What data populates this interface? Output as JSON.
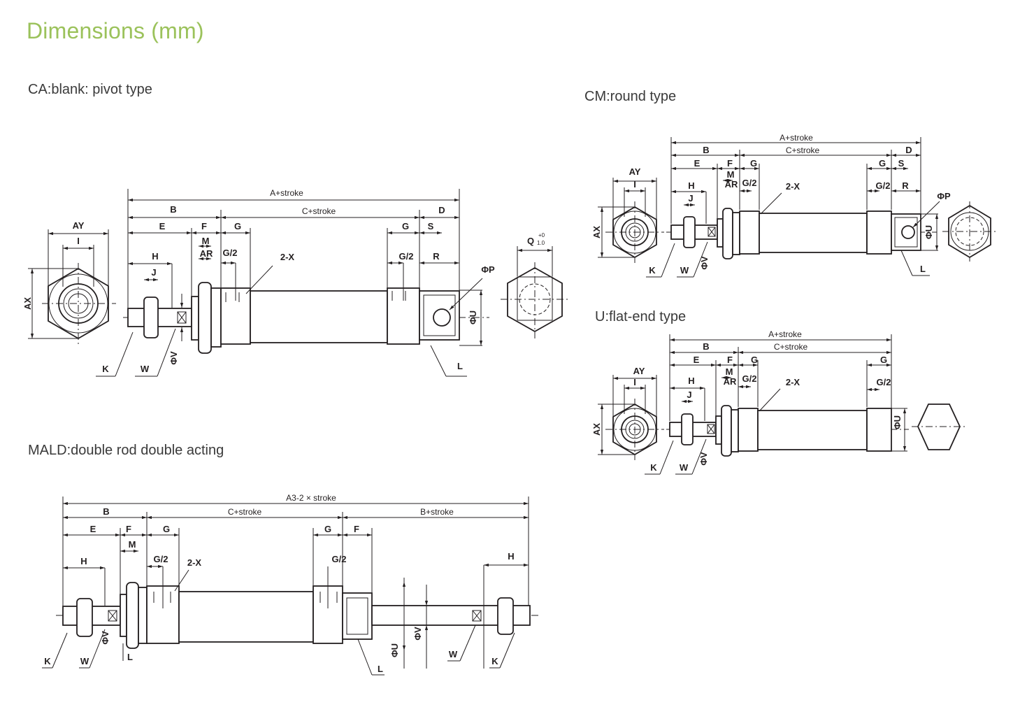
{
  "title": "Dimensions (mm)",
  "sections": {
    "ca": {
      "title": "CA:blank: pivot type",
      "labels": {
        "a_stroke": "A+stroke",
        "c_stroke": "C+stroke",
        "b": "B",
        "d": "D",
        "e": "E",
        "f": "F",
        "g1": "G",
        "g2": "G",
        "s": "S",
        "m": "M",
        "ar": "AR",
        "h": "H",
        "j": "J",
        "g2a": "G/2",
        "g2b": "G/2",
        "two_x": "2-X",
        "r": "R",
        "phi_p": "ΦP",
        "phi_u": "ΦU",
        "phi_v": "ΦV",
        "k": "K",
        "w": "W",
        "l": "L",
        "ay": "AY",
        "i": "I",
        "ax": "AX",
        "q": "Q",
        "q_tol": "+0",
        "q_tol2": "1.0"
      }
    },
    "cm": {
      "title": "CM:round type",
      "labels": {
        "a_stroke": "A+stroke",
        "c_stroke": "C+stroke",
        "b": "B",
        "d": "D",
        "e": "E",
        "f": "F",
        "g1": "G",
        "g2": "G",
        "s": "S",
        "m": "M",
        "ar": "AR",
        "h": "H",
        "j": "J",
        "g2a": "G/2",
        "g2b": "G/2",
        "two_x": "2-X",
        "r": "R",
        "phi_p": "ΦP",
        "phi_u": "ΦU",
        "phi_v": "ΦV",
        "k": "K",
        "w": "W",
        "l": "L",
        "ay": "AY",
        "i": "I",
        "ax": "AX"
      }
    },
    "u": {
      "title": "U:flat-end type",
      "labels": {
        "a_stroke": "A+stroke",
        "c_stroke": "C+stroke",
        "b": "B",
        "e": "E",
        "f": "F",
        "g1": "G",
        "g2": "G",
        "m": "M",
        "ar": "AR",
        "h": "H",
        "j": "J",
        "g2a": "G/2",
        "g2b": "G/2",
        "two_x": "2-X",
        "phi_u": "ΦU",
        "phi_v": "ΦV",
        "k": "K",
        "w": "W",
        "ay": "AY",
        "i": "I",
        "ax": "AX"
      }
    },
    "mald": {
      "title": "MALD:double rod double acting",
      "labels": {
        "a3_stroke": "A3-2 × stroke",
        "c_stroke": "C+stroke",
        "b_stroke": "B+stroke",
        "b": "B",
        "e": "E",
        "f1": "F",
        "f2": "F",
        "g1": "G",
        "g2": "G",
        "m": "M",
        "h1": "H",
        "h2": "H",
        "g2a": "G/2",
        "g2b": "G/2",
        "two_x": "2-X",
        "phi_u": "ΦU",
        "phi_v1": "ΦV",
        "phi_v2": "ΦV",
        "k1": "K",
        "k2": "K",
        "w1": "W",
        "w2": "W",
        "l1": "L",
        "l2": "L"
      }
    }
  }
}
